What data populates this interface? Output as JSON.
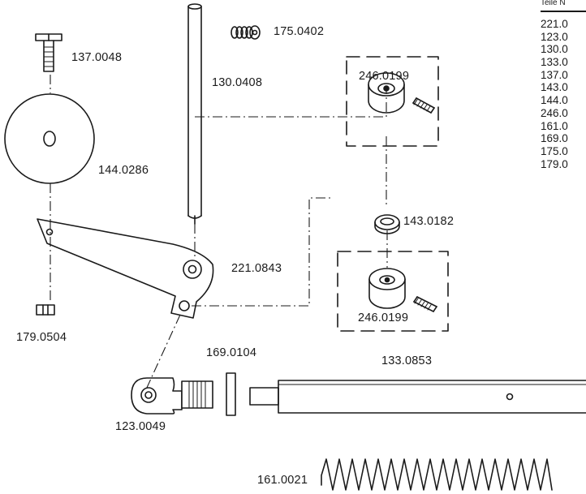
{
  "labels": {
    "p137_0048": "137.0048",
    "p175_0402": "175.0402",
    "p130_0408": "130.0408",
    "p246_0199_top": "246.0199",
    "p144_0286": "144.0286",
    "p143_0182": "143.0182",
    "p221_0843": "221.0843",
    "p246_0199_bottom": "246.0199",
    "p179_0504": "179.0504",
    "p169_0104": "169.0104",
    "p133_0853": "133.0853",
    "p123_0049": "123.0049",
    "p161_0021": "161.0021"
  },
  "parts_table": {
    "header": "Teile N",
    "rows": [
      "221.0",
      "123.0",
      "130.0",
      "133.0",
      "137.0",
      "143.0",
      "144.0",
      "246.0",
      "161.0",
      "169.0",
      "175.0",
      "179.0"
    ]
  }
}
